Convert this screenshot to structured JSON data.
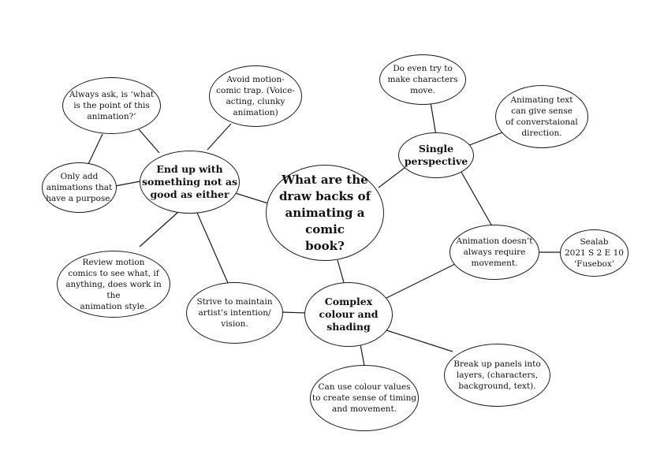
{
  "diagram": {
    "center": {
      "label": "What are the\ndraw backs of\nanimating a comic\nbook?"
    },
    "hubs": {
      "end_up": {
        "label": "End up with\nsomething not as\ngood as either"
      },
      "single_perspective": {
        "label": "Single\nperspective"
      },
      "complex_colour": {
        "label": "Complex\ncolour and\nshading"
      }
    },
    "leaves": {
      "always_ask": {
        "label": "Always ask, is ‘what\nis the point of this\nanimation?’"
      },
      "avoid_motion": {
        "label": "Avoid motion-\ncomic trap. (Voice-\nacting, clunky\nanimation)"
      },
      "only_add": {
        "label": "Only add\nanimations that\nhave a purpose."
      },
      "review_motion": {
        "label": "Review motion\ncomics to see what, if\nanything, does work in the\nanimation style."
      },
      "strive": {
        "label": "Strive to maintain\nartist’s intention/\nvision."
      },
      "do_even_try": {
        "label": "Do even try to\nmake characters\nmove."
      },
      "animating_text": {
        "label": "Animating text\ncan give sense\nof converstaional\ndirection."
      },
      "animation_doesnt": {
        "label": "Animation doesn’t\nalways require\nmovement."
      },
      "sealab": {
        "label": "Sealab\n2021 S 2 E 10\n‘Fusebox’"
      },
      "break_up": {
        "label": "Break up panels into\nlayers, (characters,\nbackground, text)."
      },
      "colour_values": {
        "label": "Can use colour values\nto create sense of timing\nand movement."
      }
    }
  }
}
